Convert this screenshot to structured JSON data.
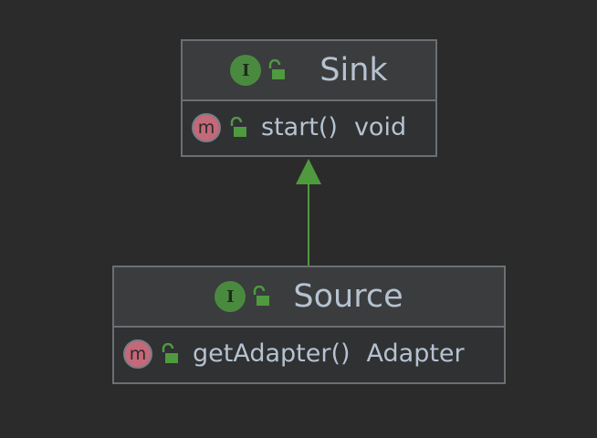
{
  "diagram": {
    "type": "uml-class-diagram",
    "classes": [
      {
        "kind": "interface",
        "name": "Sink",
        "members": [
          {
            "kind": "method",
            "name": "start()",
            "type": "void"
          }
        ]
      },
      {
        "kind": "interface",
        "name": "Source",
        "members": [
          {
            "kind": "method",
            "name": "getAdapter()",
            "type": "Adapter"
          }
        ]
      }
    ],
    "relations": [
      {
        "from": "Source",
        "to": "Sink",
        "kind": "extends"
      }
    ]
  },
  "icons": {
    "interface_letter": "I",
    "method_letter": "m",
    "interface_icon": "interface-icon",
    "method_icon": "method-icon",
    "visibility_icon": "public-lock-open-icon"
  },
  "colors": {
    "background": "#2b2b2b",
    "box_border": "#6b6f73",
    "header_bg": "#3a3c3e",
    "text": "#b6c2d0",
    "interface_icon": "#4a8a3f",
    "method_icon": "#c4687a",
    "arrow": "#4f9a3f"
  }
}
